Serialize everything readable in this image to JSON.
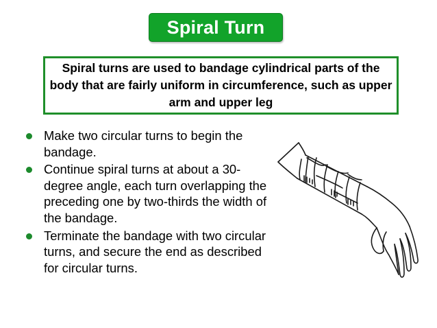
{
  "slide": {
    "title": "Spiral Turn",
    "intro": "Spiral turns are used to bandage cylindrical parts of the body that are fairly uniform in circumference, such as upper arm and upper leg",
    "bullets": [
      "Make two circular turns to begin the bandage.",
      "Continue spiral turns at about a 30-degree angle, each turn overlapping the preceding one by two-thirds the width of the bandage.",
      "Terminate the bandage with two circular turns, and secure the end as described for circular turns."
    ]
  },
  "colors": {
    "title_background": "#12a32a",
    "box_border": "#1f8f2a",
    "bullet": "#1c8a2c"
  },
  "icons": {
    "illustration": "bandaged-forearm-hand-illustration",
    "bullet": "green-dot-bullet"
  }
}
